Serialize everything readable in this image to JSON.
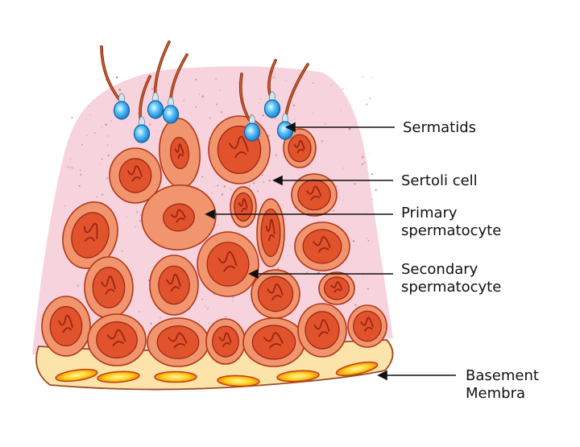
{
  "labels": {
    "spermatids": "Sermatids",
    "sertoli": "Sertoli cell",
    "primary_line1": "Primary",
    "primary_line2": "spermatocyte",
    "secondary_line1": "Secondary",
    "secondary_line2": "spermatocyte",
    "basement_line1": "Basement",
    "basement_line2": "Membra"
  },
  "colors": {
    "tissue": "#f7d3de",
    "cell_fill": "#f0956d",
    "cell_stroke": "#b23618",
    "nucleus": "#e0532d",
    "chromatin": "#9c2410",
    "membrane": "#fbe3aa",
    "membrane_stroke": "#9c4a22",
    "membrane_nucleus": "#ffd21f",
    "sperm_head": "#28a8f0",
    "sperm_tail": "#d85a28"
  },
  "icons": {
    "spermatid": "sperm-icon",
    "cell": "cell-icon"
  }
}
